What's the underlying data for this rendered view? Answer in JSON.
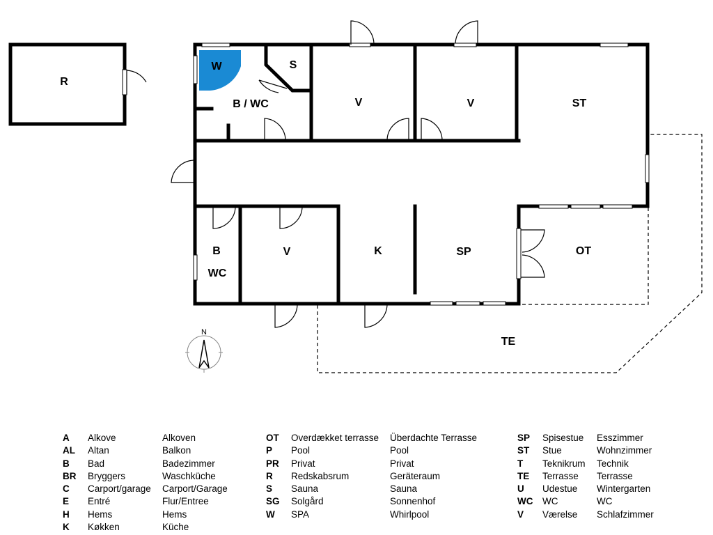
{
  "rooms": {
    "r": "R",
    "w": "W",
    "s": "S",
    "bwc": "B / WC",
    "v1": "V",
    "v2": "V",
    "st": "ST",
    "b": "B",
    "wc": "WC",
    "v3": "V",
    "k": "K",
    "sp": "SP",
    "ot": "OT",
    "te": "TE"
  },
  "compass": "N",
  "colors": {
    "spa": "#1a8ad4"
  },
  "legend": [
    [
      {
        "code": "A",
        "da": "Alkove",
        "de": "Alkoven"
      },
      {
        "code": "AL",
        "da": "Altan",
        "de": "Balkon"
      },
      {
        "code": "B",
        "da": "Bad",
        "de": "Badezimmer"
      },
      {
        "code": "BR",
        "da": "Bryggers",
        "de": "Waschküche"
      },
      {
        "code": "C",
        "da": "Carport/garage",
        "de": "Carport/Garage"
      },
      {
        "code": "E",
        "da": "Entré",
        "de": "Flur/Entree"
      },
      {
        "code": "H",
        "da": "Hems",
        "de": "Hems"
      },
      {
        "code": "K",
        "da": "Køkken",
        "de": "Küche"
      }
    ],
    [
      {
        "code": "OT",
        "da": "Overdækket terrasse",
        "de": "Überdachte Terrasse"
      },
      {
        "code": "P",
        "da": "Pool",
        "de": "Pool"
      },
      {
        "code": "PR",
        "da": "Privat",
        "de": "Privat"
      },
      {
        "code": "R",
        "da": "Redskabsrum",
        "de": "Geräteraum"
      },
      {
        "code": "S",
        "da": "Sauna",
        "de": "Sauna"
      },
      {
        "code": "SG",
        "da": "Solgård",
        "de": "Sonnenhof"
      },
      {
        "code": "W",
        "da": "SPA",
        "de": "Whirlpool"
      }
    ],
    [
      {
        "code": "SP",
        "da": "Spisestue",
        "de": "Esszimmer"
      },
      {
        "code": "ST",
        "da": "Stue",
        "de": "Wohnzimmer"
      },
      {
        "code": "T",
        "da": "Teknikrum",
        "de": "Technik"
      },
      {
        "code": "TE",
        "da": "Terrasse",
        "de": "Terrasse"
      },
      {
        "code": "U",
        "da": "Udestue",
        "de": "Wintergarten"
      },
      {
        "code": "WC",
        "da": "WC",
        "de": "WC"
      },
      {
        "code": "V",
        "da": "Værelse",
        "de": "Schlafzimmer"
      }
    ]
  ]
}
